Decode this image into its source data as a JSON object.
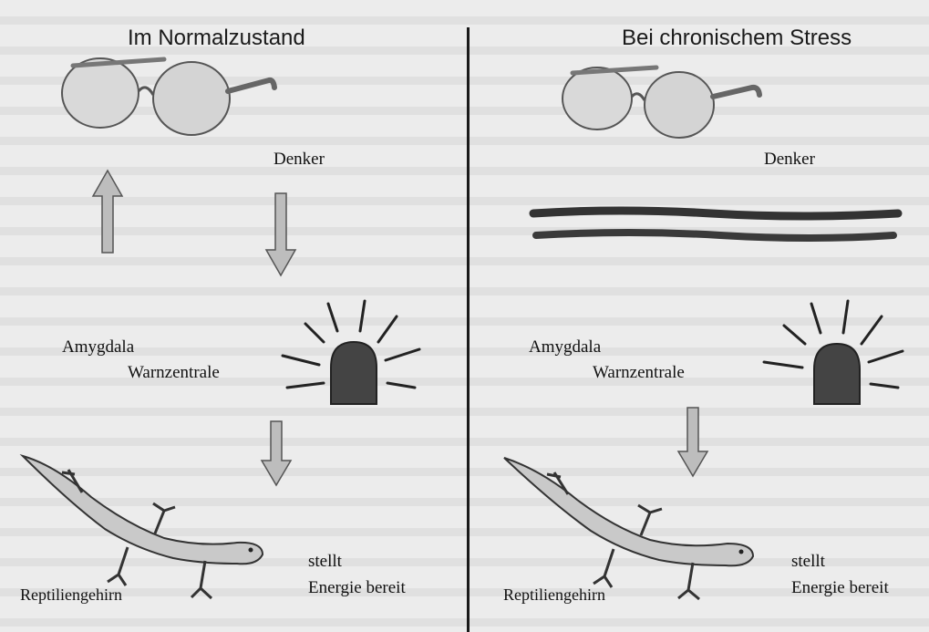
{
  "left_panel": {
    "title": "Im Normalzustand",
    "thinker_label": "Denker",
    "amygdala_label": "Amygdala",
    "alarm_label": "Warnzentrale",
    "reptile_label": "Reptiliengehirn",
    "energy_label_1": "stellt",
    "energy_label_2": "Energie bereit"
  },
  "right_panel": {
    "title": "Bei chronischem Stress",
    "thinker_label": "Denker",
    "amygdala_label": "Amygdala",
    "alarm_label": "Warnzentrale",
    "reptile_label": "Reptiliengehirn",
    "energy_label_1": "stellt",
    "energy_label_2": "Energie bereit"
  }
}
